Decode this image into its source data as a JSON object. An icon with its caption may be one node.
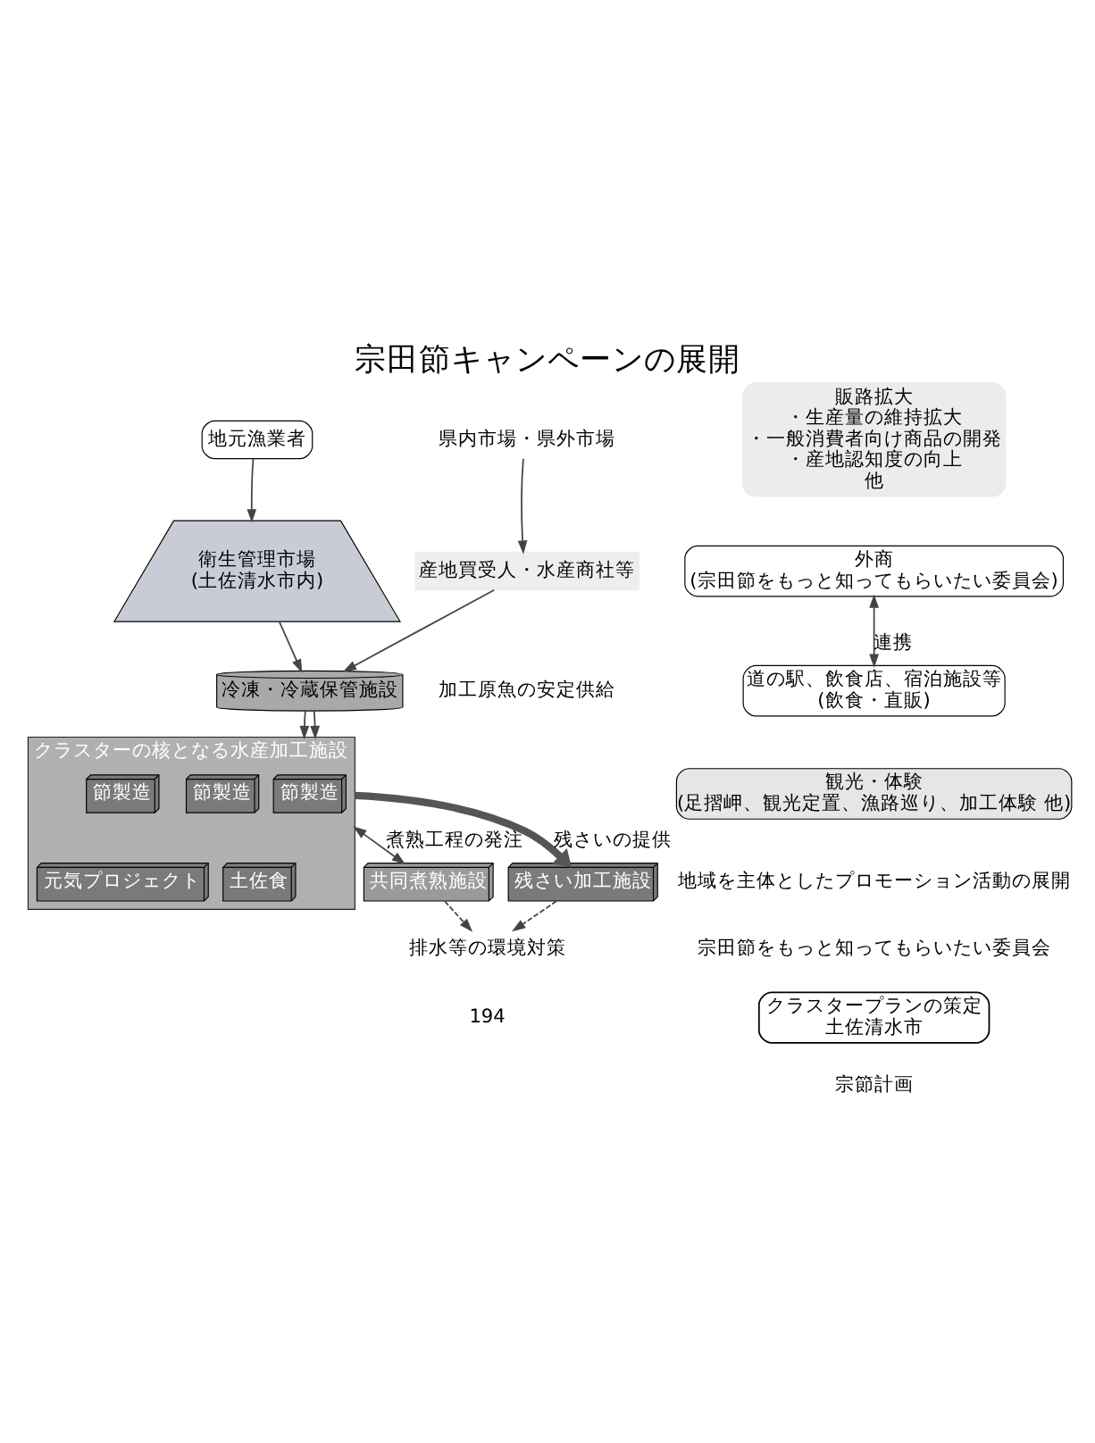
{
  "diagram": {
    "title": "宗田節キャンペーンの展開",
    "nodes": [
      {
        "text": [
          "地元漁業者"
        ]
      },
      {
        "text": [
          "衛生管理市場",
          "(土佐清水市内)"
        ]
      },
      {
        "text": [
          "冷凍・冷蔵保管施設"
        ]
      },
      {
        "text": [
          "県内市場・県外市場"
        ]
      },
      {
        "text": [
          "産地買受人・水産商社等"
        ]
      },
      {
        "text": [
          "クラスターの核となる水産加工施設"
        ]
      },
      {
        "text": [
          "節製造"
        ],
        "in": 5
      },
      {
        "text": [
          "節製造"
        ],
        "in": 5
      },
      {
        "text": [
          "節製造"
        ],
        "in": 5
      },
      {
        "text": [
          "土佐食"
        ],
        "in": 5
      },
      {
        "text": [
          "元気プロジェクト"
        ],
        "in": 5
      },
      {
        "text": [
          "共同煮熟施設"
        ]
      },
      {
        "text": [
          "残さい加工施設"
        ]
      },
      {
        "text": [
          "排水等の環境対策"
        ]
      },
      {
        "text": [
          "販路拡大",
          "・生産量の維持拡大",
          "・一般消費者向け商品の開発",
          "・産地認知度の向上",
          "他"
        ]
      },
      {
        "text": [
          "外商",
          "(宗田節をもっと知ってもらいたい委員会)"
        ]
      },
      {
        "text": [
          "道の駅、飲食店、宿泊施設等",
          "(飲食・直販)"
        ]
      },
      {
        "text": [
          "観光・体験",
          "(足摺岬、観光定置、漁路巡り、加工体験 他)"
        ]
      },
      {
        "text": [
          "クラスタープランの策定",
          "土佐清水市"
        ]
      }
    ],
    "edges": [
      {
        "from": 0,
        "to": 1,
        "arrow": "to"
      },
      {
        "from": 3,
        "to": 4,
        "arrow": "to"
      },
      {
        "from": 1,
        "to": 2,
        "arrow": "to"
      },
      {
        "from": 4,
        "to": 2,
        "arrow": "to"
      },
      {
        "from": 2,
        "to": 5,
        "arrow": "to"
      },
      {
        "from": 2,
        "to": 5,
        "arrow": "to"
      },
      {
        "from": 5,
        "to": 11,
        "arrow": "both",
        "label": "煮熟工程の発注"
      },
      {
        "from": 5,
        "to": 12,
        "arrow": "to",
        "label": "残さいの提供",
        "style": "thick"
      },
      {
        "from": 11,
        "to": 13,
        "arrow": "to",
        "style": "dashed"
      },
      {
        "from": 12,
        "to": 13,
        "arrow": "to",
        "style": "dashed"
      },
      {
        "from": 15,
        "to": 16,
        "arrow": "both",
        "label": "連携"
      }
    ],
    "labels": [
      "加工原魚の安定供給",
      "地域を主体としたプロモーション活動の展開",
      "宗田節をもっと知ってもらいたい委員会",
      "194",
      "宗節計画"
    ]
  }
}
